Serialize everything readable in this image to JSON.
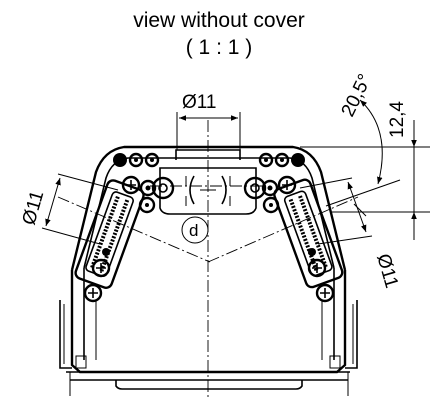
{
  "title": {
    "line1": "view without cover",
    "line2": "( 1 : 1 )"
  },
  "dimensions": {
    "top_width": "Ø11",
    "left_diameter": "Ø11",
    "right_diameter": "Ø11",
    "angle": "20,5°",
    "height": "12,4"
  },
  "callout": {
    "label": "d"
  }
}
